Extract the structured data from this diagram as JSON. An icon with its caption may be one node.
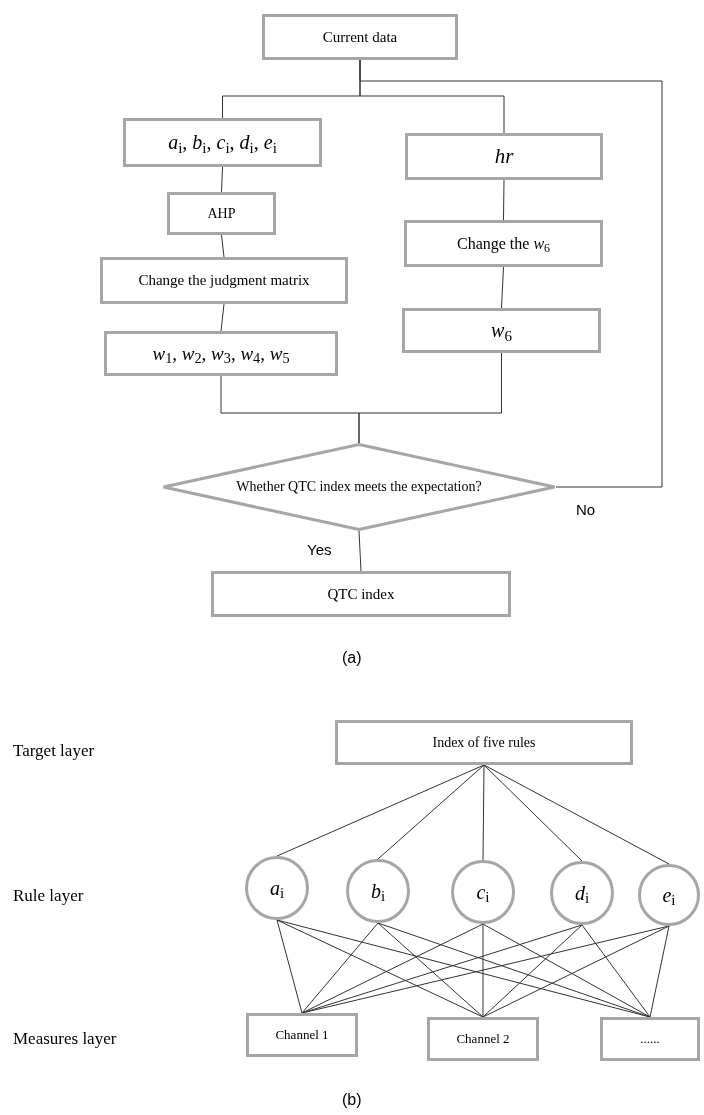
{
  "diagram": {
    "nodes": [
      {
        "text": [
          "Current data"
        ]
      },
      {
        "text": [
          "*a*$_{i}$, *b*$_{i}$, *c*$_{i}$, *d*$_{i}$, *e*$_{i}$"
        ]
      },
      {
        "text": [
          "hr"
        ]
      },
      {
        "text": [
          "AHP"
        ]
      },
      {
        "text": [
          "Change the judgment matrix"
        ]
      },
      {
        "text": [
          "*w*$_{1}$, *w*$_{2}$, *w*$_{3}$, *w*$_{4}$, *w*$_{5}$"
        ]
      },
      {
        "text": [
          "Change the *w*$_{6}$"
        ]
      },
      {
        "text": [
          "*w*$_{6}$"
        ]
      },
      {
        "text": [
          "Whether QTC index meets the expectation?"
        ]
      },
      {
        "text": [
          "QTC index"
        ]
      },
      {
        "text": [
          "Index of five rules"
        ]
      },
      {
        "text": [
          "*a*$_{i}$"
        ]
      },
      {
        "text": [
          "*b*$_{i}$"
        ]
      },
      {
        "text": [
          "*c*$_{i}$"
        ]
      },
      {
        "text": [
          "*d*$_{i}$"
        ]
      },
      {
        "text": [
          "*e*$_{i}$"
        ]
      },
      {
        "text": [
          "Channel 1"
        ]
      },
      {
        "text": [
          "Channel 2"
        ]
      },
      {
        "text": [
          "......"
        ]
      }
    ],
    "edges": [
      {
        "from": 0,
        "to": 1,
        "arrow": "none"
      },
      {
        "from": 0,
        "to": 2,
        "arrow": "none"
      },
      {
        "from": 1,
        "to": 3,
        "arrow": "none"
      },
      {
        "from": 3,
        "to": 4,
        "arrow": "none"
      },
      {
        "from": 4,
        "to": 5,
        "arrow": "none"
      },
      {
        "from": 2,
        "to": 6,
        "arrow": "none"
      },
      {
        "from": 6,
        "to": 7,
        "arrow": "none"
      },
      {
        "from": 5,
        "to": 8,
        "arrow": "none"
      },
      {
        "from": 7,
        "to": 8,
        "arrow": "none"
      },
      {
        "from": 8,
        "to": 9,
        "arrow": "none",
        "label": "Yes"
      },
      {
        "from": 8,
        "to": 0,
        "arrow": "none",
        "label": "No"
      },
      {
        "from": 10,
        "to": 11,
        "arrow": "none"
      },
      {
        "from": 10,
        "to": 12,
        "arrow": "none"
      },
      {
        "from": 10,
        "to": 13,
        "arrow": "none"
      },
      {
        "from": 10,
        "to": 14,
        "arrow": "none"
      },
      {
        "from": 10,
        "to": 15,
        "arrow": "none"
      },
      {
        "from": 11,
        "to": 16,
        "arrow": "none"
      },
      {
        "from": 11,
        "to": 17,
        "arrow": "none"
      },
      {
        "from": 11,
        "to": 18,
        "arrow": "none"
      },
      {
        "from": 12,
        "to": 16,
        "arrow": "none"
      },
      {
        "from": 12,
        "to": 17,
        "arrow": "none"
      },
      {
        "from": 12,
        "to": 18,
        "arrow": "none"
      },
      {
        "from": 13,
        "to": 16,
        "arrow": "none"
      },
      {
        "from": 13,
        "to": 17,
        "arrow": "none"
      },
      {
        "from": 13,
        "to": 18,
        "arrow": "none"
      },
      {
        "from": 14,
        "to": 16,
        "arrow": "none"
      },
      {
        "from": 14,
        "to": 17,
        "arrow": "none"
      },
      {
        "from": 14,
        "to": 18,
        "arrow": "none"
      },
      {
        "from": 15,
        "to": 16,
        "arrow": "none"
      },
      {
        "from": 15,
        "to": 17,
        "arrow": "none"
      },
      {
        "from": 15,
        "to": 18,
        "arrow": "none"
      }
    ],
    "labels": [
      "(a)",
      "Target layer",
      "Rule layer",
      "Measures layer",
      "(b)"
    ]
  }
}
